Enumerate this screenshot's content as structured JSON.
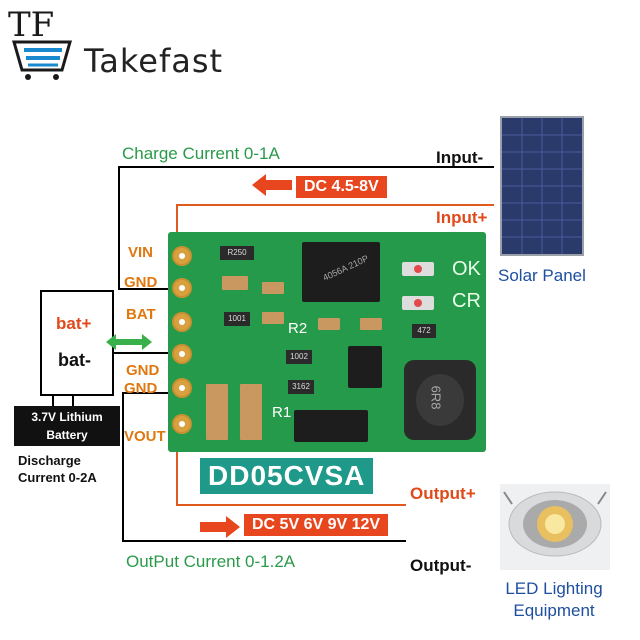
{
  "brand": {
    "name": "Takefast",
    "logo_letters": "TF"
  },
  "labels": {
    "charge_current": "Charge Current 0-1A",
    "input_minus": "Input-",
    "input_plus": "Input+",
    "dc_input": "DC 4.5-8V",
    "solar_panel": "Solar Panel",
    "output_plus": "Output+",
    "output_minus": "Output-",
    "dc_output": "DC 5V 6V 9V 12V",
    "output_current": "OutPut Current 0-1.2A",
    "led_equipment_line1": "LED Lighting",
    "led_equipment_line2": "Equipment",
    "bat_plus": "bat+",
    "bat_minus": "bat-",
    "battery_line1": "3.7V Lithium",
    "battery_line2": "Battery",
    "discharge_line1": "Discharge",
    "discharge_line2": "Current 0-2A",
    "model": "DD05CVSA"
  },
  "pins": [
    "VIN",
    "GND",
    "BAT",
    "GND",
    "GND",
    "VOUT"
  ],
  "board_marks": {
    "r250": "R250",
    "r2": "R2",
    "r1": "R1",
    "r1001": "1001",
    "r1002": "1002",
    "r472": "472",
    "r3162": "3162",
    "ic": "4056A 210P",
    "inductor": "6R8",
    "ok": "OK",
    "cr": "CR"
  },
  "colors": {
    "pcb": "#249a4a",
    "accent_red": "#e8461e",
    "model_bg": "#1f9a8a"
  }
}
